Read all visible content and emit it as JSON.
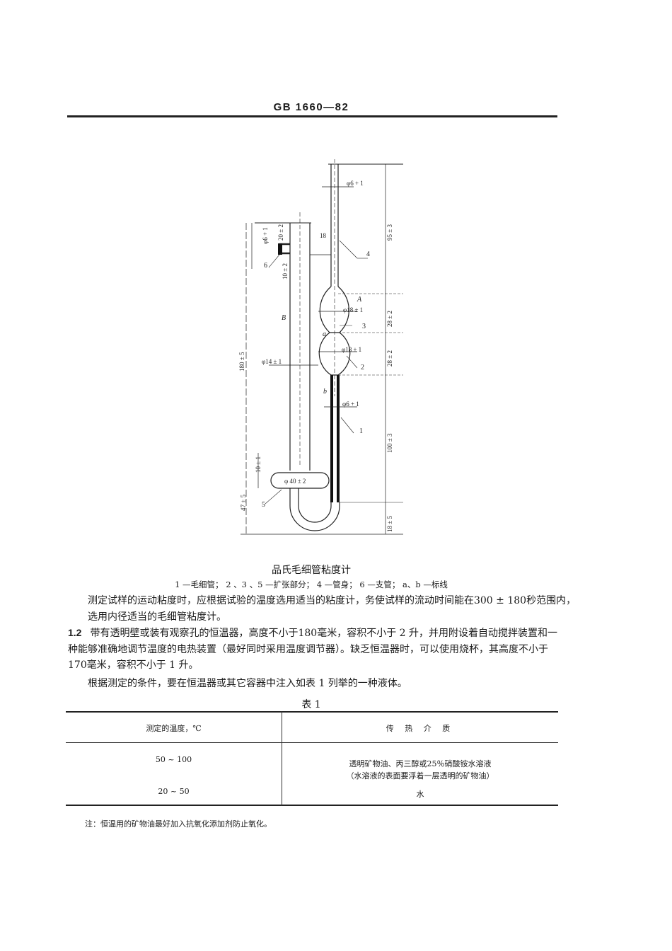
{
  "header": {
    "title": "GB 1660—82"
  },
  "figure": {
    "caption": "品氏毛细管粘度计",
    "legend": "1 —毛细管；  2 、3 、5 —扩张部分；  4 —管身；  6 —支管；  a、b —标线",
    "dimensions": {
      "d_top_tube": "φ6 + 1",
      "len_95": "95 ± 3",
      "gap_18": "18",
      "d_branch": "φ6 + 1",
      "len_20": "20 ± 2",
      "len_10": "10 ± 2",
      "d_bulb_upper": "φ18 ± 1",
      "len_28_upper": "28 ± 2",
      "d_bulb_lower": "φ18 ± 1",
      "len_28_lower": "28 ± 2",
      "d_wide_tube": "φ14 ± 1",
      "len_180": "180 ± 5",
      "d_capillary": "φ6 + 1",
      "len_100": "100 ± 3",
      "len_10_1": "10 ± 1",
      "d_reservoir": "φ 40 ± 2",
      "len_47": "47 ± 5",
      "len_18_5": "18 ± 5"
    },
    "labels": {
      "part1": "1",
      "part2": "2",
      "part3": "3",
      "part4": "4",
      "part5": "5",
      "part6": "6",
      "mark_A": "A",
      "mark_B": "B",
      "mark_a": "a",
      "mark_b": "b"
    }
  },
  "body": {
    "p1": "测定试样的运动粘度时，应根据试验的温度选用适当的粘度计，务使试样的流动时间能在300 ± 180秒范围内，选用内径适当的毛细管粘度计。",
    "p2_num": "1.2",
    "p2": "带有透明壁或装有观察孔的恒温器，高度不小于180毫米，容积不小于 2 升，并用附设着自动搅拌装置和一种能够准确地调节温度的电热装置（最好同时采用温度调节器）。缺乏恒温器时，可以使用烧杯，其高度不小于170毫米，容积不小于 1 升。",
    "p3": "根据测定的条件，要在恒温器或其它容器中注入如表 1 列举的一种液体。"
  },
  "table": {
    "title": "表 1",
    "headers": [
      "测定的温度，℃",
      "传 热 介 质"
    ],
    "rows": [
      {
        "temp": "50 ~ 100",
        "medium_line1": "透明矿物油、丙三醇或25％硝酸铵水溶液",
        "medium_line2": "（水溶液的表面要浮着一层透明的矿物油）"
      },
      {
        "temp": "20 ~ 50",
        "medium_line1": "水"
      }
    ]
  },
  "note": "注：恒温用的矿物油最好加入抗氧化添加剂防止氧化。"
}
